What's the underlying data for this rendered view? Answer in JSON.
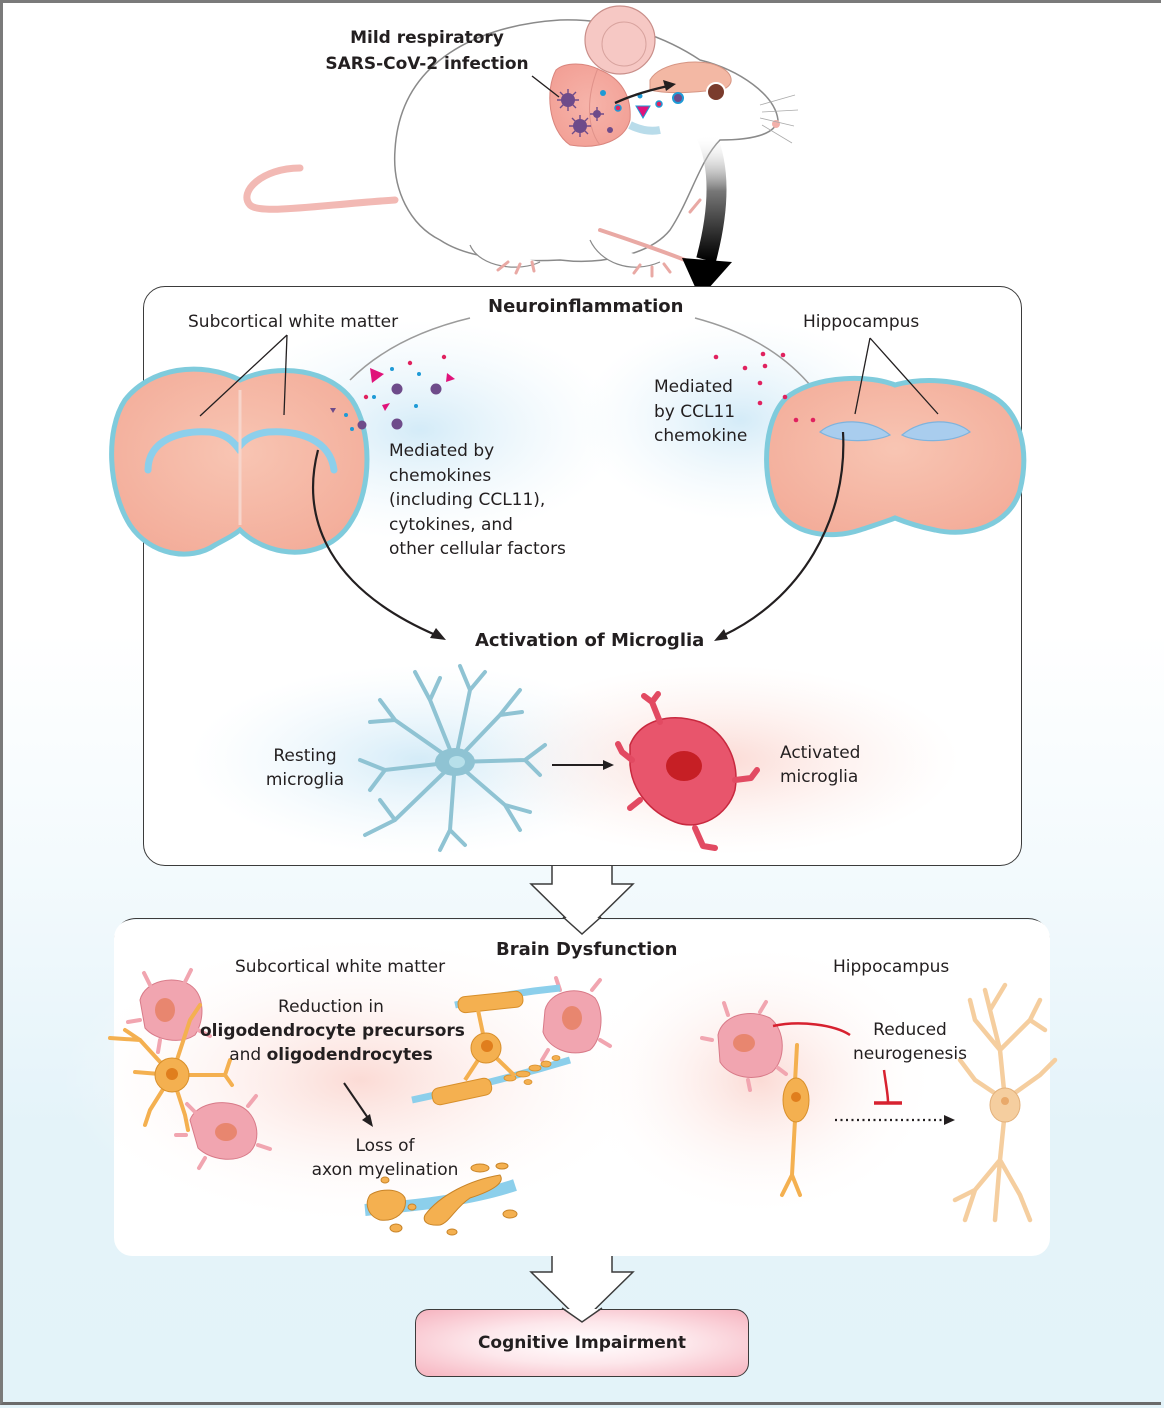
{
  "infection": {
    "label_line1": "Mild respiratory",
    "label_line2": "SARS-CoV-2 infection"
  },
  "neuroinflammation": {
    "title": "Neuroinflammation",
    "left_region": "Subcortical white matter",
    "right_region": "Hippocampus",
    "left_mediators": [
      "Mediated by",
      "chemokines",
      "(including CCL11),",
      "cytokines, and",
      "other cellular factors"
    ],
    "right_mediators": [
      "Mediated",
      "by CCL11",
      "chemokine"
    ],
    "activation_title": "Activation of Microglia",
    "resting": [
      "Resting",
      "microglia"
    ],
    "activated": [
      "Activated",
      "microglia"
    ]
  },
  "dysfunction": {
    "title": "Brain Dysfunction",
    "left_region": "Subcortical white matter",
    "reduction_line1": "Reduction in",
    "reduction_bold1": "oligodendrocyte precursors",
    "reduction_and": "and ",
    "reduction_bold2": "oligodendrocytes",
    "loss": [
      "Loss of",
      "axon myelination"
    ],
    "right_region": "Hippocampus",
    "neurogenesis": [
      "Reduced",
      "neurogenesis"
    ]
  },
  "outcome": {
    "label": "Cognitive Impairment"
  },
  "colors": {
    "brain_tissue": "#f4b8a6",
    "brain_outline": "#7fcbdc",
    "white_matter": "#8ccfeb",
    "microglia_resting": "#8fc3d3",
    "microglia_activated": "#e24a62",
    "oligodendrocyte": "#f4b050",
    "inhibition_red": "#d7212f",
    "outcome_box": "#f6b3bf"
  }
}
